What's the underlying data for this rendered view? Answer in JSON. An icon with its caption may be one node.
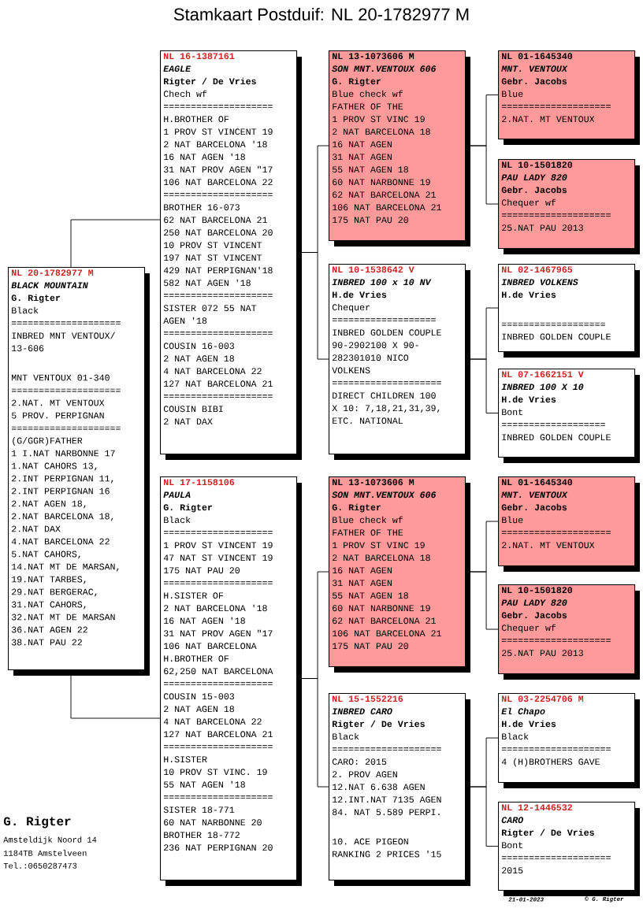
{
  "diagram": {
    "title": "Stamkaart Postduif: NL  20-1782977 M",
    "nodes": [
      {
        "text": [
          "NL  20-1782977 M",
          "BLACK MOUNTAIN",
          "G. Rigter",
          "Black",
          "====================",
          "INBRED MNT VENTOUX/",
          "13-606",
          "MNT VENTOUX 01-340",
          "====================",
          "2.NAT. MT VENTOUX",
          "5 PROV. PERPIGNAN",
          "====================",
          "(G/GGR)FATHER",
          "1 I.NAT NARBONNE 17",
          "1.NAT CAHORS 13,",
          "2.INT PERPIGNAN 11,",
          "2.INT PERPIGNAN 16",
          "2.NAT AGEN 18,",
          "2.NAT BARCELONA 18,",
          "2.NAT DAX",
          "4.NAT BARCELONA 22",
          "5.NAT CAHORS,",
          "14.NAT MT DE MARSAN,",
          "19.NAT TARBES,",
          "29.NAT BERGERAC,",
          "31.NAT CAHORS,",
          "32.NAT MT DE MARSAN",
          "36.NAT AGEN 22",
          "38.NAT PAU 22"
        ]
      },
      {
        "text": [
          "NL  16-1387161",
          "EAGLE",
          "Rigter / De Vries",
          "Chech wf",
          "====================",
          "H.BROTHER OF",
          "1 PROV ST VINCENT 19",
          "2 NAT BARCELONA '18",
          "16 NAT AGEN '18",
          "31 NAT PROV AGEN \"17",
          "106 NAT BARCELONA 22",
          "====================",
          "BROTHER 16-073",
          "62  NAT BARCELONA 21",
          "250 NAT BARCELONA 20",
          "10  PROV ST VINCENT",
          "197 NAT ST VINCENT",
          "429 NAT PERPIGNAN'18",
          "582 NAT AGEN '18",
          "====================",
          "SISTER 072 55 NAT",
          "AGEN '18",
          "====================",
          "COUSIN 16-003",
          "2 NAT AGEN 18",
          "4 NAT BARCELONA 22",
          "127 NAT BARCELONA 21",
          "====================",
          "COUSIN BIBI",
          "2 NAT DAX"
        ]
      },
      {
        "text": [
          "NL  13-1073606 M",
          "SON MNT.VENTOUX 606",
          "G. Rigter",
          "Blue check wf",
          "FATHER OF THE",
          "1  PROV ST VINC 19",
          "2  NAT BARCELONA 18",
          "16 NAT AGEN",
          "31 NAT AGEN",
          "55 NAT AGEN 18",
          "60 NAT NARBONNE 19",
          "62 NAT BARCELONA 21",
          "106 NAT BARCELONA 21",
          "175 NAT PAU 20"
        ]
      },
      {
        "text": [
          "NL  01-1645340",
          "MNT. VENTOUX",
          "Gebr. Jacobs",
          "Blue",
          "====================",
          "2.NAT. MT VENTOUX"
        ]
      },
      {
        "text": [
          "NL  10-1501820",
          "PAU LADY 820",
          "Gebr. Jacobs",
          "Chequer wf",
          "====================",
          "25.NAT PAU 2013"
        ]
      },
      {
        "text": [
          "NL  10-1538642 V",
          "INBRED 100 x 10 NV",
          "H.de Vries",
          "Chequer",
          "===================",
          "INBRED GOLDEN COUPLE",
          "90-2902100 X 90-",
          "282301010 NICO",
          "VOLKENS",
          "====================",
          "DIRECT CHILDREN 100",
          "X 10: 7,18,21,31,39,",
          "ETC. NATIONAL"
        ]
      },
      {
        "text": [
          "NL  02-1467965",
          "INBRED VOLKENS",
          "H.de Vries",
          "===================",
          "INBRED GOLDEN COUPLE"
        ]
      },
      {
        "text": [
          "NL  07-1662151 V",
          "INBRED 100 X 10",
          "H.de Vries",
          "Bont",
          "===================",
          "INBRED GOLDEN COUPLE"
        ]
      },
      {
        "text": [
          "NL  17-1158106",
          "PAULA",
          "G. Rigter",
          "Black",
          "====================",
          "1 PROV ST VINCENT 19",
          "47 NAT ST VINCENT 19",
          "175 NAT PAU 20",
          "====================",
          "H.SISTER OF",
          "2 NAT BARCELONA '18",
          "16 NAT AGEN '18",
          "31 NAT PROV AGEN \"17",
          "106 NAT BARCELONA",
          "H.BROTHER OF",
          "62,250 NAT BARCELONA",
          "====================",
          "COUSIN 15-003",
          "2 NAT AGEN 18",
          "4 NAT BARCELONA 22",
          "127 NAT BARCELONA 21",
          "====================",
          "H.SISTER",
          "10 PROV ST VINC. 19",
          "55 NAT AGEN '18",
          "====================",
          "SISTER 18-771",
          "60 NAT NARBONNE 20",
          "BROTHER 18-772",
          "236 NAT PERPIGNAN 20"
        ]
      },
      {
        "text": [
          "NL  13-1073606 M",
          "SON MNT.VENTOUX 606",
          "G. Rigter",
          "Blue check wf",
          "FATHER OF THE",
          "1  PROV ST VINC 19",
          "2  NAT BARCELONA 18",
          "16 NAT AGEN",
          "31 NAT AGEN",
          "55 NAT AGEN 18",
          "60 NAT NARBONNE 19",
          "62 NAT BARCELONA 21",
          "106 NAT BARCELONA 21",
          "175 NAT PAU 20"
        ]
      },
      {
        "text": [
          "NL  01-1645340",
          "MNT. VENTOUX",
          "Gebr. Jacobs",
          "Blue",
          "====================",
          "2.NAT. MT VENTOUX"
        ]
      },
      {
        "text": [
          "NL  10-1501820",
          "PAU LADY 820",
          "Gebr. Jacobs",
          "Chequer wf",
          "====================",
          "25.NAT PAU 2013"
        ]
      },
      {
        "text": [
          "NL  15-1552216",
          "INBRED CARO",
          "Rigter / De Vries",
          "Black",
          "====================",
          "CARO: 2015",
          "2. PROV AGEN",
          "12.NAT 6.638 AGEN",
          "12.INT.NAT 7135 AGEN",
          "84. NAT 5.589 PERPI.",
          "10. ACE PIGEON",
          "RANKING 2 PRICES '15"
        ]
      },
      {
        "text": [
          "NL  03-2254706 M",
          "El Chapo",
          "H.de Vries",
          "Black",
          "====================",
          "4 (H)BROTHERS GAVE"
        ]
      },
      {
        "text": [
          "NL  12-1446532",
          "CARO",
          "Rigter / De Vries",
          "Bont",
          "====================",
          "2015"
        ]
      }
    ],
    "edges": [
      {
        "from": 0,
        "to": 1,
        "arrow": "none"
      },
      {
        "from": 0,
        "to": 8,
        "arrow": "none"
      },
      {
        "from": 1,
        "to": 2,
        "arrow": "none"
      },
      {
        "from": 1,
        "to": 5,
        "arrow": "none"
      },
      {
        "from": 2,
        "to": 3,
        "arrow": "none"
      },
      {
        "from": 2,
        "to": 4,
        "arrow": "none"
      },
      {
        "from": 5,
        "to": 6,
        "arrow": "none"
      },
      {
        "from": 5,
        "to": 7,
        "arrow": "none"
      },
      {
        "from": 8,
        "to": 9,
        "arrow": "none"
      },
      {
        "from": 8,
        "to": 12,
        "arrow": "none"
      },
      {
        "from": 9,
        "to": 10,
        "arrow": "none"
      },
      {
        "from": 9,
        "to": 11,
        "arrow": "none"
      },
      {
        "from": 12,
        "to": 13,
        "arrow": "none"
      },
      {
        "from": 12,
        "to": 14,
        "arrow": "none"
      }
    ],
    "labels": [
      "G. Rigter",
      "Amsteldijk Noord 14",
      "1184TB  Amstelveen",
      "Tel.:0650287473",
      "21-01-2023",
      "© G. Rigter"
    ]
  }
}
